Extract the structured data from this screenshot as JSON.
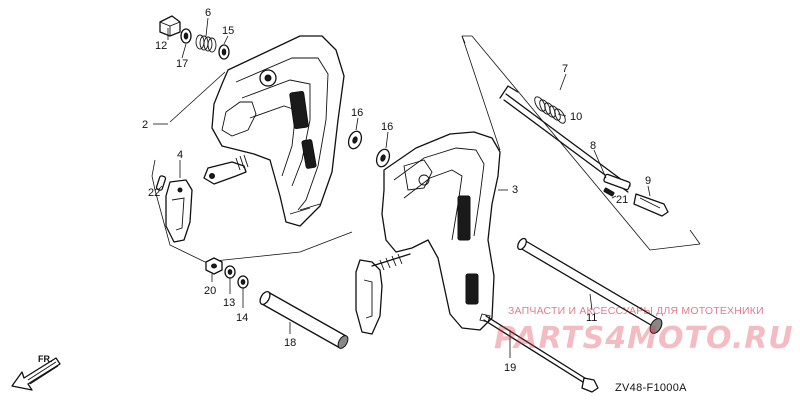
{
  "diagram": {
    "code": "ZV48-F1000A",
    "direction_label": "FR.",
    "labels": {
      "p2": "2",
      "p3": "3",
      "p4": "4",
      "p6": "6",
      "p7": "7",
      "p8": "8",
      "p9": "9",
      "p10": "10",
      "p11": "11",
      "p12": "12",
      "p13": "13",
      "p14": "14",
      "p15": "15",
      "p16a": "16",
      "p16b": "16",
      "p17": "17",
      "p18": "18",
      "p19": "19",
      "p20": "20",
      "p21": "21",
      "p22": "22"
    }
  },
  "watermark": {
    "caption": "ЗАПЧАСТИ И АКСЕССУАРЫ ДЛЯ МОТОТЕХНИКИ",
    "brand": "PARTS4MOTO.RU",
    "color": "#e0354c"
  }
}
